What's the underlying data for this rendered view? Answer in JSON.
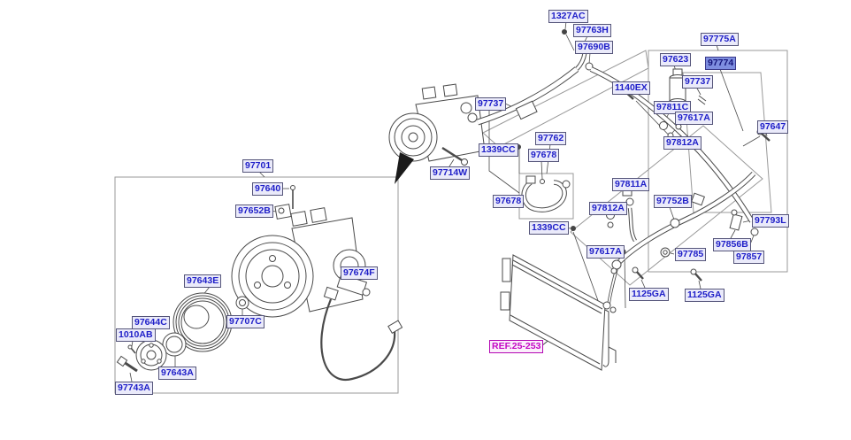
{
  "diagram": {
    "kind": "parts-exploded-diagram",
    "highlighted_part": "97774",
    "colors": {
      "label_text": "#1e1ec8",
      "label_bg": "#eaeafa",
      "label_border": "#55557a",
      "highlight_bg": "#7e8ee0",
      "ref_color": "#c408c4",
      "line_art": "#4a4a4a",
      "group_box": "#999999"
    },
    "labels": [
      {
        "id": "1327AC",
        "text": "1327AC"
      },
      {
        "id": "97763H",
        "text": "97763H"
      },
      {
        "id": "97690B",
        "text": "97690B"
      },
      {
        "id": "97775A",
        "text": "97775A"
      },
      {
        "id": "97623",
        "text": "97623"
      },
      {
        "id": "97774",
        "text": "97774",
        "highlighted": true
      },
      {
        "id": "1140EX",
        "text": "1140EX"
      },
      {
        "id": "97737-right",
        "text": "97737"
      },
      {
        "id": "97811C",
        "text": "97811C"
      },
      {
        "id": "97617A-top",
        "text": "97617A"
      },
      {
        "id": "97812A-top",
        "text": "97812A"
      },
      {
        "id": "97647",
        "text": "97647"
      },
      {
        "id": "97737-left",
        "text": "97737"
      },
      {
        "id": "97714W",
        "text": "97714W"
      },
      {
        "id": "1339CC-top",
        "text": "1339CC"
      },
      {
        "id": "97762",
        "text": "97762"
      },
      {
        "id": "97678-top",
        "text": "97678"
      },
      {
        "id": "97678-bottom",
        "text": "97678"
      },
      {
        "id": "1339CC-bottom",
        "text": "1339CC"
      },
      {
        "id": "97812A-mid",
        "text": "97812A"
      },
      {
        "id": "97617A-mid",
        "text": "97617A"
      },
      {
        "id": "97811A",
        "text": "97811A"
      },
      {
        "id": "97752B",
        "text": "97752B"
      },
      {
        "id": "97793L",
        "text": "97793L"
      },
      {
        "id": "97856B",
        "text": "97856B"
      },
      {
        "id": "97857",
        "text": "97857"
      },
      {
        "id": "97785",
        "text": "97785"
      },
      {
        "id": "1125GA-left",
        "text": "1125GA"
      },
      {
        "id": "1125GA-right",
        "text": "1125GA"
      },
      {
        "id": "REF-25-253",
        "text": "REF.25-253",
        "reference": true
      },
      {
        "id": "97701",
        "text": "97701"
      },
      {
        "id": "97640",
        "text": "97640"
      },
      {
        "id": "97652B",
        "text": "97652B"
      },
      {
        "id": "97643E",
        "text": "97643E"
      },
      {
        "id": "97644C",
        "text": "97644C"
      },
      {
        "id": "1010AB",
        "text": "1010AB"
      },
      {
        "id": "97707C",
        "text": "97707C"
      },
      {
        "id": "97643A",
        "text": "97643A"
      },
      {
        "id": "97743A",
        "text": "97743A"
      },
      {
        "id": "97674F",
        "text": "97674F"
      }
    ]
  }
}
